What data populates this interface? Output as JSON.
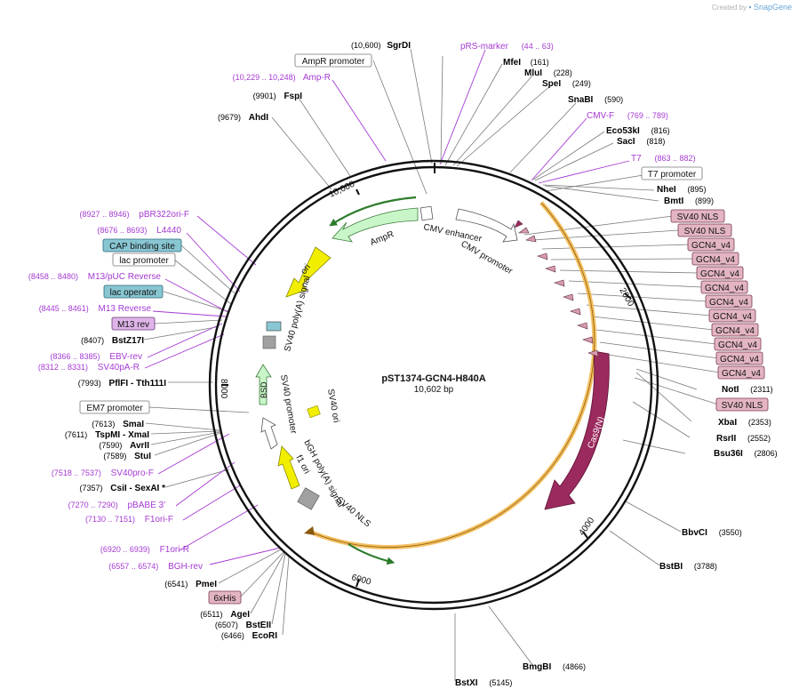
{
  "credit": {
    "prefix": "Created by",
    "brand": "SnapGene"
  },
  "plasmid": {
    "name": "pST1374-GCN4-H840A",
    "length_label": "10,602 bp",
    "length": 10602
  },
  "tick_labels": [
    "2000",
    "4000",
    "6000",
    "8000",
    "10,000"
  ],
  "sites": [
    {
      "name": "SgrDI",
      "pos": "(10,600)"
    },
    {
      "name": "MfeI",
      "pos": "(161)"
    },
    {
      "name": "MluI",
      "pos": "(228)"
    },
    {
      "name": "SpeI",
      "pos": "(249)"
    },
    {
      "name": "SnaBI",
      "pos": "(590)"
    },
    {
      "name": "Eco53kI",
      "pos": "(816)"
    },
    {
      "name": "SacI",
      "pos": "(818)"
    },
    {
      "name": "NheI",
      "pos": "(895)"
    },
    {
      "name": "BmtI",
      "pos": "(899)"
    },
    {
      "name": "NotI",
      "pos": "(2311)"
    },
    {
      "name": "XbaI",
      "pos": "(2353)"
    },
    {
      "name": "RsrII",
      "pos": "(2552)"
    },
    {
      "name": "Bsu36I",
      "pos": "(2806)"
    },
    {
      "name": "BbvCI",
      "pos": "(3550)"
    },
    {
      "name": "BstBI",
      "pos": "(3788)"
    },
    {
      "name": "BmgBI",
      "pos": "(4866)"
    },
    {
      "name": "BstXI",
      "pos": "(5145)"
    },
    {
      "name": "FspI",
      "pos": "(9901)"
    },
    {
      "name": "AhdI",
      "pos": "(9679)"
    },
    {
      "name": "BstZ17I",
      "pos": "(8407)"
    },
    {
      "name": "PflFI  - Tth111I",
      "pos": "(7993)"
    },
    {
      "name": "SmaI",
      "pos": "(7613)"
    },
    {
      "name": "TspMI  - XmaI",
      "pos": "(7611)"
    },
    {
      "name": "AvrII",
      "pos": "(7590)"
    },
    {
      "name": "StuI",
      "pos": "(7589)"
    },
    {
      "name": "CsiI  - SexAI  *",
      "pos": "(7357)"
    },
    {
      "name": "PmeI",
      "pos": "(6541)"
    },
    {
      "name": "AgeI",
      "pos": "(6511)"
    },
    {
      "name": "BstEII",
      "pos": "(6507)"
    },
    {
      "name": "EcoRI",
      "pos": "(6466)"
    }
  ],
  "primers": [
    {
      "name": "pRS-marker",
      "range": "(44 .. 63)"
    },
    {
      "name": "Amp-R",
      "range": "(10,229 .. 10,248)"
    },
    {
      "name": "CMV-F",
      "range": "(769 .. 789)"
    },
    {
      "name": "T7",
      "range": "(863 .. 882)"
    },
    {
      "name": "pBR322ori-F",
      "range": "(8927 .. 8946)"
    },
    {
      "name": "L4440",
      "range": "(8676 .. 8693)"
    },
    {
      "name": "M13/pUC Reverse",
      "range": "(8458 .. 8480)"
    },
    {
      "name": "M13 Reverse",
      "range": "(8445 .. 8461)"
    },
    {
      "name": "EBV-rev",
      "range": "(8366 .. 8385)"
    },
    {
      "name": "SV40pA-R",
      "range": "(8312 .. 8331)"
    },
    {
      "name": "SV40pro-F",
      "range": "(7518 .. 7537)"
    },
    {
      "name": "pBABE 3'",
      "range": "(7270 .. 7290)"
    },
    {
      "name": "F1ori-F",
      "range": "(7130 .. 7151)"
    },
    {
      "name": "F1ori-R",
      "range": "(6920 .. 6939)"
    },
    {
      "name": "BGH-rev",
      "range": "(6557 .. 6574)"
    }
  ],
  "boxed_features": [
    "AmpR promoter",
    "T7 promoter",
    "SV40 NLS",
    "SV40 NLS",
    "GCN4_v4",
    "GCN4_v4",
    "GCN4_v4",
    "GCN4_v4",
    "GCN4_v4",
    "GCN4_v4",
    "GCN4_v4",
    "GCN4_v4",
    "GCN4_v4",
    "GCN4_v4",
    "SV40 NLS",
    "CAP binding site",
    "lac promoter",
    "lac operator",
    "M13 rev",
    "EM7 promoter",
    "6xHis"
  ],
  "inner_labels": [
    "AmpR",
    "ori",
    "SV40 poly(A) signal",
    "CMV enhancer",
    "CMV promoter",
    "BSD",
    "SV40 promoter",
    "SV40 ori",
    "Cas9(N)",
    "bGH poly(A) signal",
    "f1 ori",
    "SV40 NLS"
  ],
  "colors": {
    "enzyme_text": "#000000",
    "primer_text": "#a53ad3",
    "feature_gray": "#e0e0e0",
    "nls_pink": "#e3b5c2",
    "gcn4_pink": "#e3b5c2",
    "lac_blue": "#88c6d2",
    "m13_purple": "#dfb4e8",
    "cas9": "#9b2a5e",
    "ampr_green": "#c8f6c8",
    "ori_yellow": "#f2ee00",
    "orange_arc": "#f3b94f"
  }
}
